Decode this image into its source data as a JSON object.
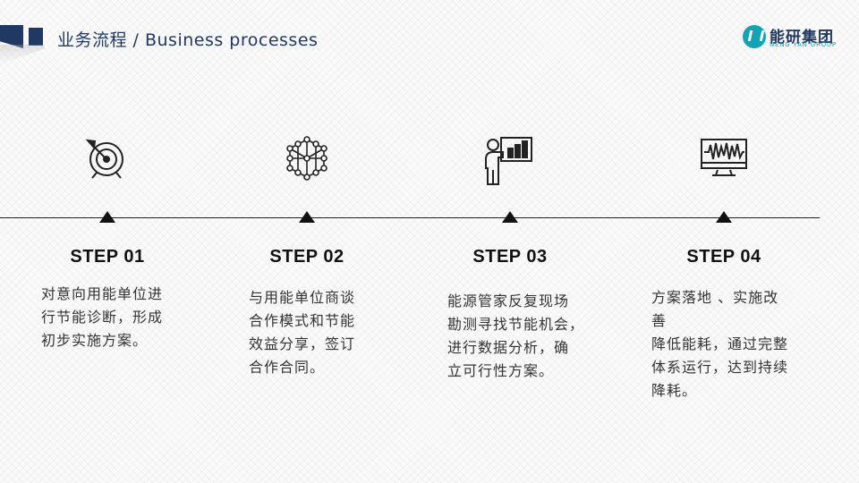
{
  "header": {
    "title": "业务流程 / Business  processes",
    "logo_text": "能研集团",
    "logo_sub": "NENG YAN GROUP"
  },
  "steps": [
    {
      "label": "STEP 01",
      "icon": "target-icon",
      "lines": [
        "对意向用能单位进",
        "行节能诊断，形成",
        "初步实施方案。"
      ]
    },
    {
      "label": "STEP 02",
      "icon": "network-cube-icon",
      "lines": [
        "与用能单位商谈",
        "合作模式和节能",
        "效益分享，签订",
        "合作合同。"
      ]
    },
    {
      "label": "STEP 03",
      "icon": "presenter-chart-icon",
      "lines": [
        "能源管家反复现场",
        "勘测寻找节能机会，",
        "进行数据分析，确",
        "立可行性方案。"
      ]
    },
    {
      "label": "STEP 04",
      "icon": "monitor-waveform-icon",
      "lines": [
        "方案落地 、实施改",
        "善",
        "降低能耗，通过完整",
        "体系运行，达到持续",
        "降耗。"
      ]
    }
  ],
  "colors": {
    "accent": "#1f3864",
    "logo": "#13a3b4"
  }
}
